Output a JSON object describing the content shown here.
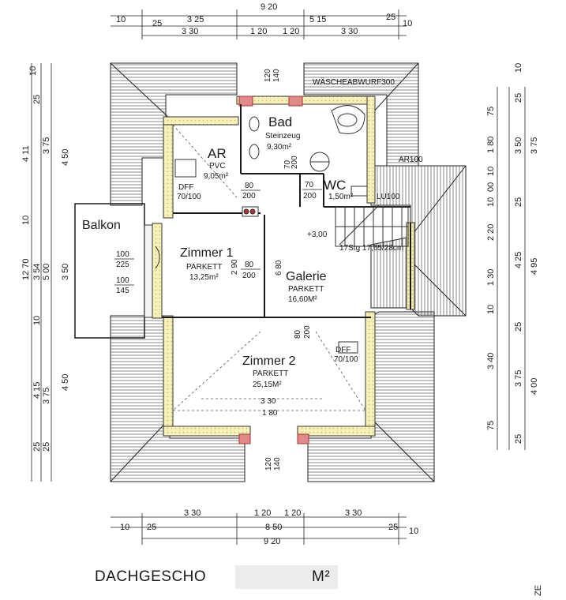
{
  "rooms": {
    "bad": {
      "name": "Bad",
      "floor": "Steinzeug",
      "area": "9,30m²"
    },
    "ar": {
      "name": "AR",
      "floor": "PVC",
      "area": "9,05m²"
    },
    "wc": {
      "name": "WC",
      "area": "1,50m²"
    },
    "zimmer1": {
      "name": "Zimmer 1",
      "floor": "PARKETT",
      "area": "13,25m²"
    },
    "galerie": {
      "name": "Galerie",
      "floor": "PARKETT",
      "area": "16,60M²"
    },
    "zimmer2": {
      "name": "Zimmer 2",
      "floor": "PARKETT",
      "area": "25,15M²"
    },
    "balkon": {
      "name": "Balkon"
    }
  },
  "annotations": {
    "waescheabwurf": "WÄSCHEABWURF300",
    "ar100": "AR100",
    "lu100": "LU100",
    "level": "+3,00",
    "stairs": "17Stg 17,65/28cm",
    "dff_ar_1": "DFF",
    "dff_ar_2": "70/100",
    "dff_z2_1": "DFF",
    "dff_z2_2": "70/100",
    "balk_1": "100",
    "balk_2": "225",
    "balk_3": "100",
    "balk_4": "145",
    "door_bad_1": "70",
    "door_bad_2": "200",
    "door_ar_1": "80",
    "door_ar_2": "200",
    "door_wc_1": "70",
    "door_wc_2": "200",
    "door_z1_1": "80",
    "door_z1_2": "200",
    "door_z1_3": "2 90",
    "door_gal_1": "6 80",
    "door_z2_1": "80",
    "door_z2_2": "200",
    "z2_dim_1": "3 30",
    "z2_dim_2": "1 80",
    "vent_top_1": "120",
    "vent_top_2": "140",
    "vent_bot_1": "120",
    "vent_bot_2": "140"
  },
  "dims_top": {
    "total": "9 20",
    "row1": [
      "10",
      "25",
      "3 25",
      "5 15",
      "25",
      "10"
    ],
    "row2": [
      "3 30",
      "1 20",
      "1 20",
      "3 30"
    ]
  },
  "dims_bottom": {
    "row1": [
      "3 30",
      "1 20",
      "1 20",
      "3 30"
    ],
    "row2": [
      "10",
      "25",
      "8 50",
      "25",
      "10"
    ],
    "total": "9 20"
  },
  "dims_left": {
    "outer": [
      "10",
      "4 11",
      "10",
      "3 54",
      "10",
      "4 15",
      "25"
    ],
    "total": "12 70",
    "mid": [
      "25",
      "3 75",
      "5 00",
      "3 75",
      "25"
    ],
    "inner": [
      "4 50",
      "3 50",
      "4 50"
    ]
  },
  "dims_right": {
    "outer": [
      "10"
    ],
    "a": [
      "25",
      "75",
      "1 80",
      "10",
      "00",
      "10",
      "25",
      "2 20",
      "1 30",
      "10",
      "25",
      "3 40",
      "75",
      "25"
    ],
    "b": [
      "3 50",
      "4 25",
      "3 75"
    ],
    "c": [
      "3 75",
      "4 95",
      "4 00"
    ]
  },
  "title": "DACHGESCHO",
  "title_tail": "M²",
  "corner": "ZE"
}
